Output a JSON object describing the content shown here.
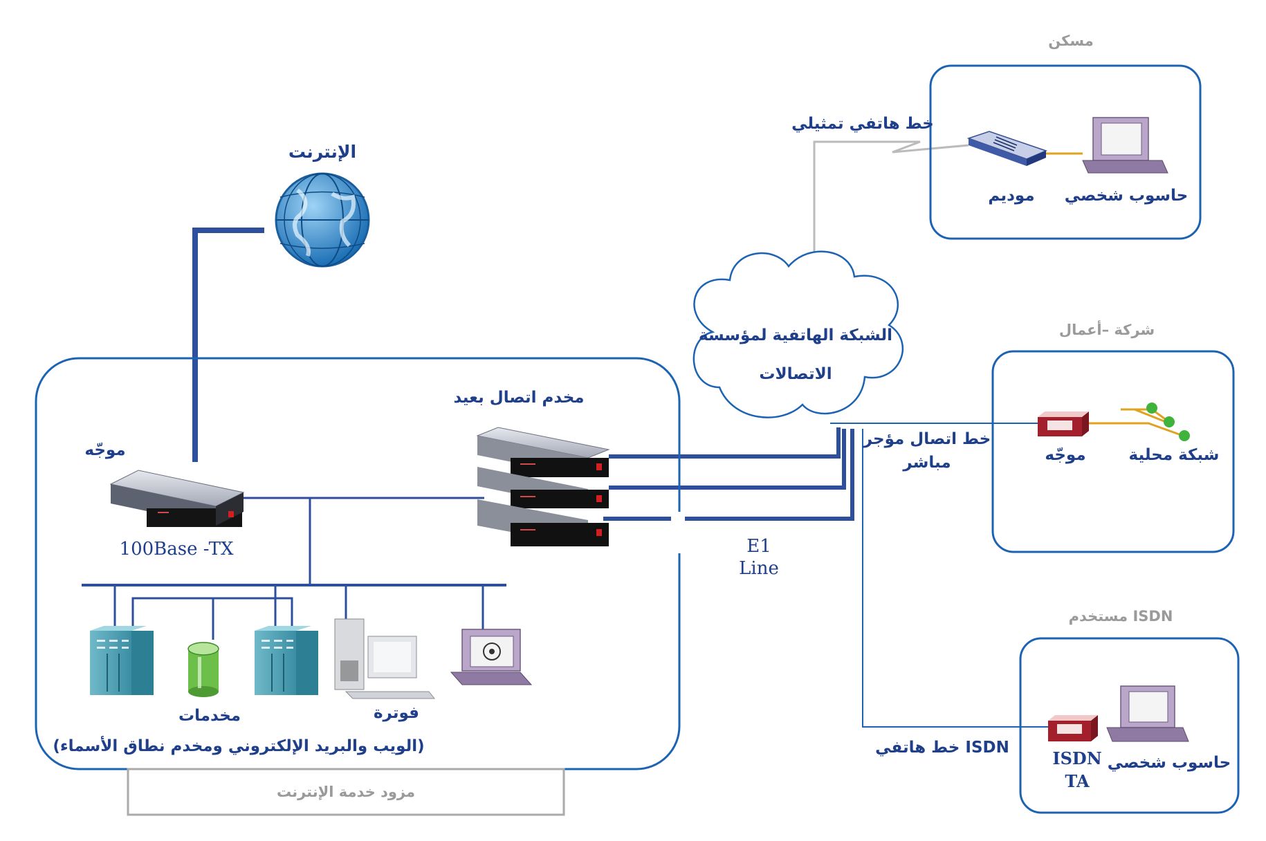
{
  "labels": {
    "internet": "الإنترنت",
    "router_isp": "موجّه",
    "port_type": "100Base -TX",
    "remote_access_server": "مخدم اتصال بعيد",
    "cloud_line1": "الشبكة الهاتفية لمؤسسة",
    "cloud_line2": "الاتصالات",
    "e1_line1": "E1",
    "e1_line2": "Line",
    "servers": "مخدمات",
    "billing": "فوترة",
    "servers_desc": "(الويب والبريد الإلكتروني ومخدم نطاق الأسماء)",
    "isp_caption": "مزود خدمة الإنترنت",
    "home_title": "مسكن",
    "analog_line": "خط هاتفي تمثيلي",
    "modem": "موديم",
    "pc_home": "حاسوب شخصي",
    "company_title": "شركة –أعمال",
    "leased_line1": "خط اتصال مؤجر",
    "leased_line2": "مباشر",
    "router_company": "موجّه",
    "lan": "شبكة محلية",
    "isdn_user_title": "مستخدم ISDN",
    "isdn_line": "خط هاتفي  ISDN",
    "isdn_ta1": "ISDN",
    "isdn_ta2": "TA",
    "pc_isdn": "حاسوب شخصي"
  },
  "colors": {
    "line_blue": "#2e4f9c",
    "box_blue": "#1c63b3",
    "gray": "#aaaaaa",
    "orange": "#e0a21f",
    "text_blue": "#1f3f8a"
  },
  "icons": [
    "globe-icon",
    "router-icon",
    "server-stack-icon",
    "cloud-icon",
    "server-cabinet-icon",
    "storage-drum-icon",
    "workstation-icon",
    "terminal-icon",
    "modem-icon",
    "pc-icon",
    "lan-icon",
    "isdn-ta-icon"
  ]
}
